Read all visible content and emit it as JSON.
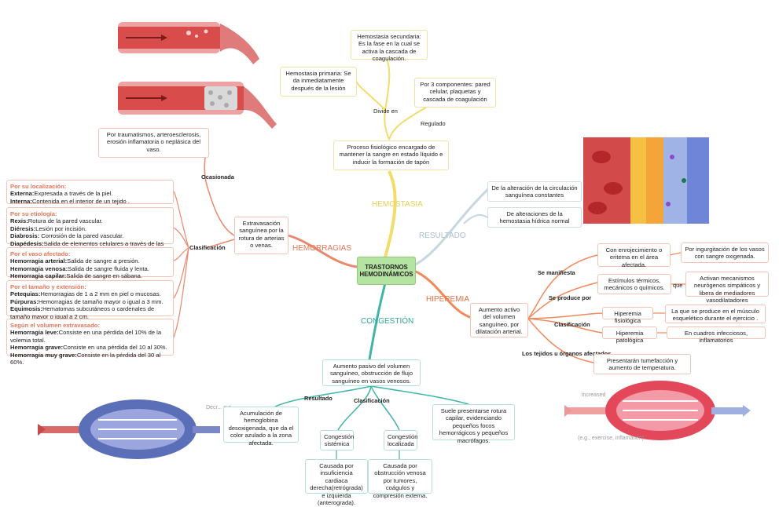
{
  "central": "TRASTORNOS HEMODINÁMICOS",
  "branches": {
    "hemostasia": "HEMOSTASIA",
    "hemorragias": "HEMORRAGIAS",
    "resultado": "RESULTADO",
    "hiperemia": "HIPEREMIA",
    "congestion": "CONGESTIÓN"
  },
  "hemostasia": {
    "definition": "Proceso fisiológico encargado de mantener la sangre en estado líquido e inducir la formación de tapón",
    "regulado_label": "Regulado",
    "regulado_text": "Por 3 componentes: pared celular, plaquetas y cascada de coagulación",
    "divide_label": "Divide en",
    "primaria": "Hemostasia primaria: Se da inmediatamente después de la lesión",
    "secundaria": "Hemostasia secundaria: Es la fase en la cual se activa la cascada de coagulación."
  },
  "resultado": {
    "item1": "De la alteración de la circulación sanguínea constantes",
    "item2": "De alteraciones de la hemostasia hídrica normal"
  },
  "hemorragias": {
    "definition": "Extravasación sanguínea por la rotura de arterias o venas.",
    "ocasionada_label": "Ocasionada",
    "ocasionada_text": "Por traumatismos, arteroesclerosis, erosión inflamatoria o neplásica del vaso.",
    "clasificacion_label": "Clasificación",
    "localizacion": {
      "title": "Por su localización:",
      "l1_b": "Externa:",
      "l1": "Expresada a través de la piel.",
      "l2_b": "Interna:",
      "l2": "Contenida en el interior de un tejido ."
    },
    "etiologia": {
      "title": "Por su etiología:",
      "l1_b": "Rexis:",
      "l1": "Rotura de la pared vascular.",
      "l2_b": "Diéresis:",
      "l2": "Lesión por incisión.",
      "l3_b": "Diabrosis:",
      "l3": " Corrosión de la pared vascular.",
      "l4_b": "Diapédesis:",
      "l4": "Salida de elementos celulares a través de las paredes."
    },
    "vaso": {
      "title": "Por el vaso afectado:",
      "l1_b": "Hemorragia arterial:",
      "l1": "Salida de sangre a presión.",
      "l2_b": "Hemorragia venosa:",
      "l2": "Salida de sangre fluida y lenta.",
      "l3_b": "Hemorragia capilar:",
      "l3": "Salida de sangre en sábana."
    },
    "tamano": {
      "title": "Por el tamaño y extensión:",
      "l1_b": "Petequias:",
      "l1": "Hemorragias de 1 a 2 mm en piel o mucosas.",
      "l2_b": "Púrpuras:",
      "l2": "Hemorragias de tamaño mayor o igual a 3 mm.",
      "l3_b": "Equimosis:",
      "l3": "Hematomas subcutáneos o cardenales de tamaño mayor o igual a 2 cm."
    },
    "volumen": {
      "title": "Según el volumen extravasado:",
      "l1_b": "Hemorragia leve:",
      "l1": "Consiste en una pérdida del 10% de la volemia total.",
      "l2_b": "Hemorragia grave:",
      "l2": "Consiste en una pérdida del 10 al 30%.",
      "l3_b": "Hemorragia muy grave:",
      "l3": "Consiste en la pérdida del 30 al 60%."
    }
  },
  "hiperemia": {
    "definition": "Aumento activo del volumen sanguíneo, por dilatación arterial.",
    "manifiesta_label": "Se manifiesta",
    "manifiesta_text": "Con enrojecimiento o eritema en el área afectada.",
    "manifiesta_extra": "Por ingurgitación de los vasos con sangre oxigenada.",
    "produce_label": "Se produce por",
    "produce_text": "Estímulos térmicos, mecánicos o químicos.",
    "que_label": "que",
    "produce_extra": "Activan mecanismos neurógenos simpáticos y libera de mediadores vasodilatadores",
    "clasificacion_label": "Clasificación",
    "fisiologica": "Hiperemia fisiológica",
    "fisiologica_text": "La que se produce en el músculo esquelético durante el ejercicio .",
    "patologica": "Hiperemia patológica",
    "patologica_text": "En cuadros infecciosos, inflamatorios",
    "tejidos_label": "Los tejidos u órganos afectados",
    "tejidos_text": "Presentarán tumefacción y aumento de temperatura."
  },
  "congestion": {
    "definition": "Aumento pasivo del volumen sanguíneo, obstrucción de flujo sanguíneo en vasos venosos.",
    "resultado_label": "Resultado",
    "resultado_text": "Acumulación de hemoglobina desoxigenada, que da el color azulado a la zona afectada.",
    "clasificacion_label": "Clasificación",
    "sistemica": "Congestión sistémica",
    "sistemica_text": "Causada por insuficiencia cardiaca derecha(retrógrada) e izquierda (anterograda).",
    "localizada": "Congestión localizada",
    "localizada_text": "Causada por obstrucción venosa por tumores, coágulos y compresión externa.",
    "suele": "Suele presentarse rotura capilar, evidenciando pequeños focos hemorrágicos y pequeños macrófagos."
  },
  "images": {
    "left_caption": "Decr... out...",
    "right_caption_top": "increased",
    "right_caption_bottom": "(e.g., exercise, inflamation)"
  },
  "colors": {
    "hemostasia": "#f3dc6b",
    "hemorragias": "#e9896e",
    "resultado": "#b8cdd9",
    "hiperemia": "#f08a5d",
    "congestion": "#3fb4a8",
    "central_fill": "#b5e3a1"
  }
}
